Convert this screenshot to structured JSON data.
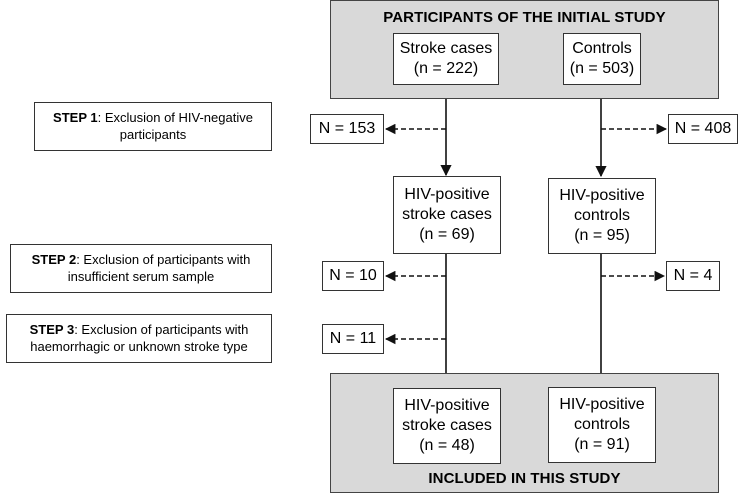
{
  "initial_study": {
    "title": "PARTICIPANTS OF THE INITIAL STUDY",
    "stroke_cases": {
      "label": "Stroke cases",
      "count": "(n = 222)"
    },
    "controls": {
      "label": "Controls",
      "count": "(n = 503)"
    }
  },
  "steps": [
    {
      "bold": "STEP 1",
      "text": ": Exclusion of HIV-negative",
      "text2": "participants"
    },
    {
      "bold": "STEP 2",
      "text": ": Exclusion of participants with",
      "text2": "insufficient serum sample"
    },
    {
      "bold": "STEP 3",
      "text": ": Exclusion of participants with",
      "text2": "haemorrhagic or unknown stroke type"
    }
  ],
  "exclusions": {
    "step1_cases": "N = 153",
    "step1_controls": "N = 408",
    "step2_cases": "N = 10",
    "step2_controls": "N = 4",
    "step3_cases": "N = 11"
  },
  "intermediate": {
    "cases": {
      "line1": "HIV-positive",
      "line2": "stroke cases",
      "count": "(n = 69)"
    },
    "controls": {
      "line1": "HIV-positive",
      "line2": "controls",
      "count": "(n = 95)"
    }
  },
  "included": {
    "title": "INCLUDED IN THIS STUDY",
    "cases": {
      "line1": "HIV-positive",
      "line2": "stroke cases",
      "count": "(n = 48)"
    },
    "controls": {
      "line1": "HIV-positive",
      "line2": "controls",
      "count": "(n = 91)"
    }
  }
}
